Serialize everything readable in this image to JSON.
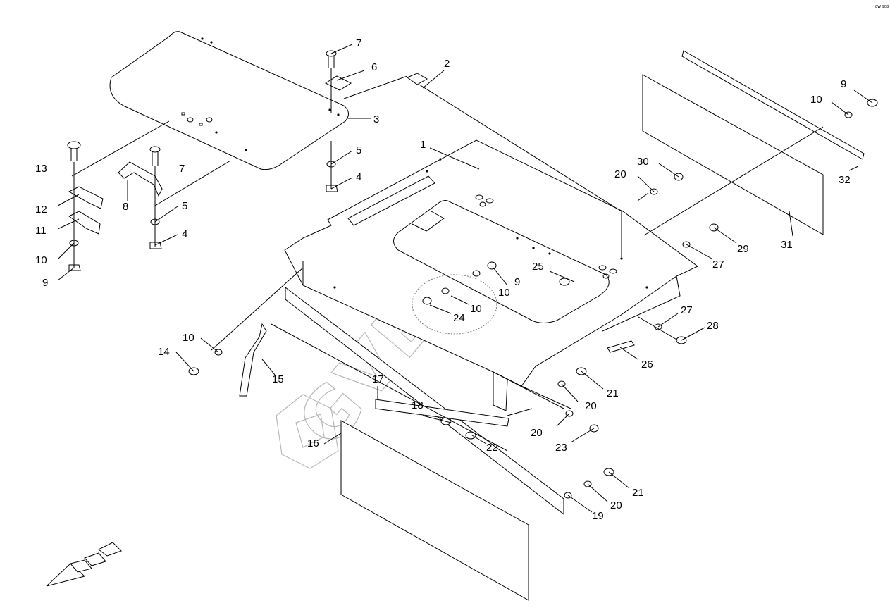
{
  "diagram": {
    "corner_code": "8W 908",
    "watermark": "GVBOH",
    "callouts": [
      "1",
      "2",
      "3",
      "4",
      "4",
      "5",
      "5",
      "6",
      "7",
      "7",
      "8",
      "9",
      "9",
      "9",
      "10",
      "10",
      "10",
      "10",
      "10",
      "11",
      "12",
      "13",
      "14",
      "15",
      "16",
      "17",
      "18",
      "19",
      "20",
      "20",
      "20",
      "20",
      "21",
      "21",
      "22",
      "23",
      "24",
      "25",
      "26",
      "27",
      "27",
      "28",
      "29",
      "30",
      "31",
      "32"
    ]
  }
}
